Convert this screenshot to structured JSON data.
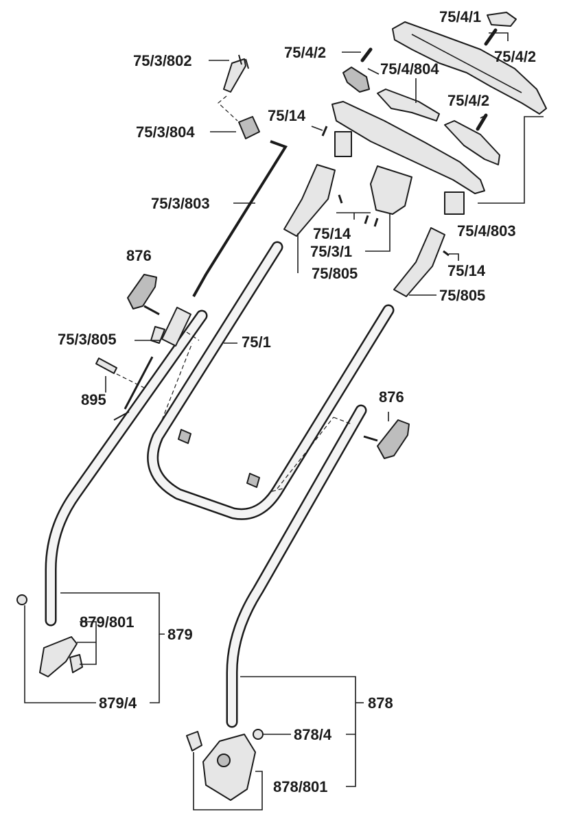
{
  "labels": {
    "l_75_3_802": "75/3/802",
    "l_75_4_1": "75/4/1",
    "l_75_4_2_a": "75/4/2",
    "l_75_4_2_b": "75/4/2",
    "l_75_4_804": "75/4/804",
    "l_75_4_2_c": "75/4/2",
    "l_75_14_a": "75/14",
    "l_75_3_804": "75/3/804",
    "l_75_3_803": "75/3/803",
    "l_75_4_803": "75/4/803",
    "l_75_14_b": "75/14",
    "l_75_3_1": "75/3/1",
    "l_75_805_a": "75/805",
    "l_75_14_c": "75/14",
    "l_75_805_b": "75/805",
    "l_876_a": "876",
    "l_75_3_805": "75/3/805",
    "l_75_1": "75/1",
    "l_895": "895",
    "l_876_b": "876",
    "l_879_801": "879/801",
    "l_879": "879",
    "l_879_4": "879/4",
    "l_878": "878",
    "l_878_4": "878/4",
    "l_878_801": "878/801"
  }
}
